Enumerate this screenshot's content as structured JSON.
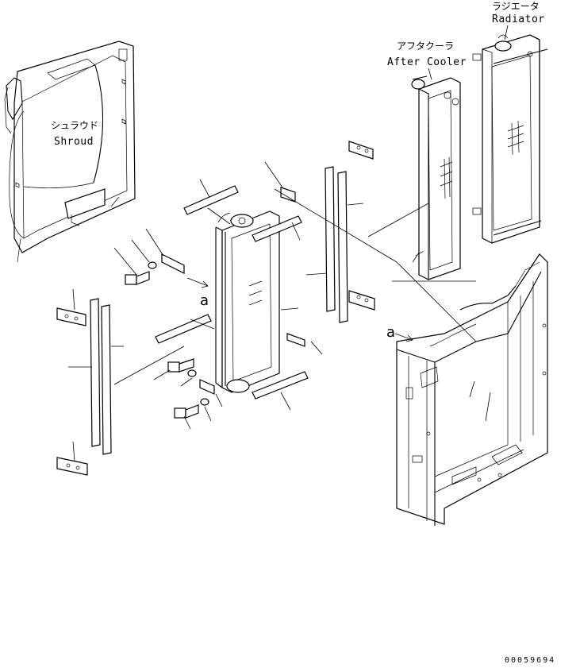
{
  "labels": {
    "radiator_jp": "ラジエータ",
    "radiator_en": "Radiator",
    "aftercooler_jp": "アフタクーラ",
    "aftercooler_en": "After Cooler",
    "shroud_jp": "シュラウド",
    "shroud_en": "Shroud"
  },
  "callouts": {
    "view_a_left": "a",
    "view_a_right": "a"
  },
  "doc_number": "00059694",
  "icons": [
    "bolt-icon",
    "washer-icon",
    "bracket-icon",
    "seal-strip-icon"
  ]
}
